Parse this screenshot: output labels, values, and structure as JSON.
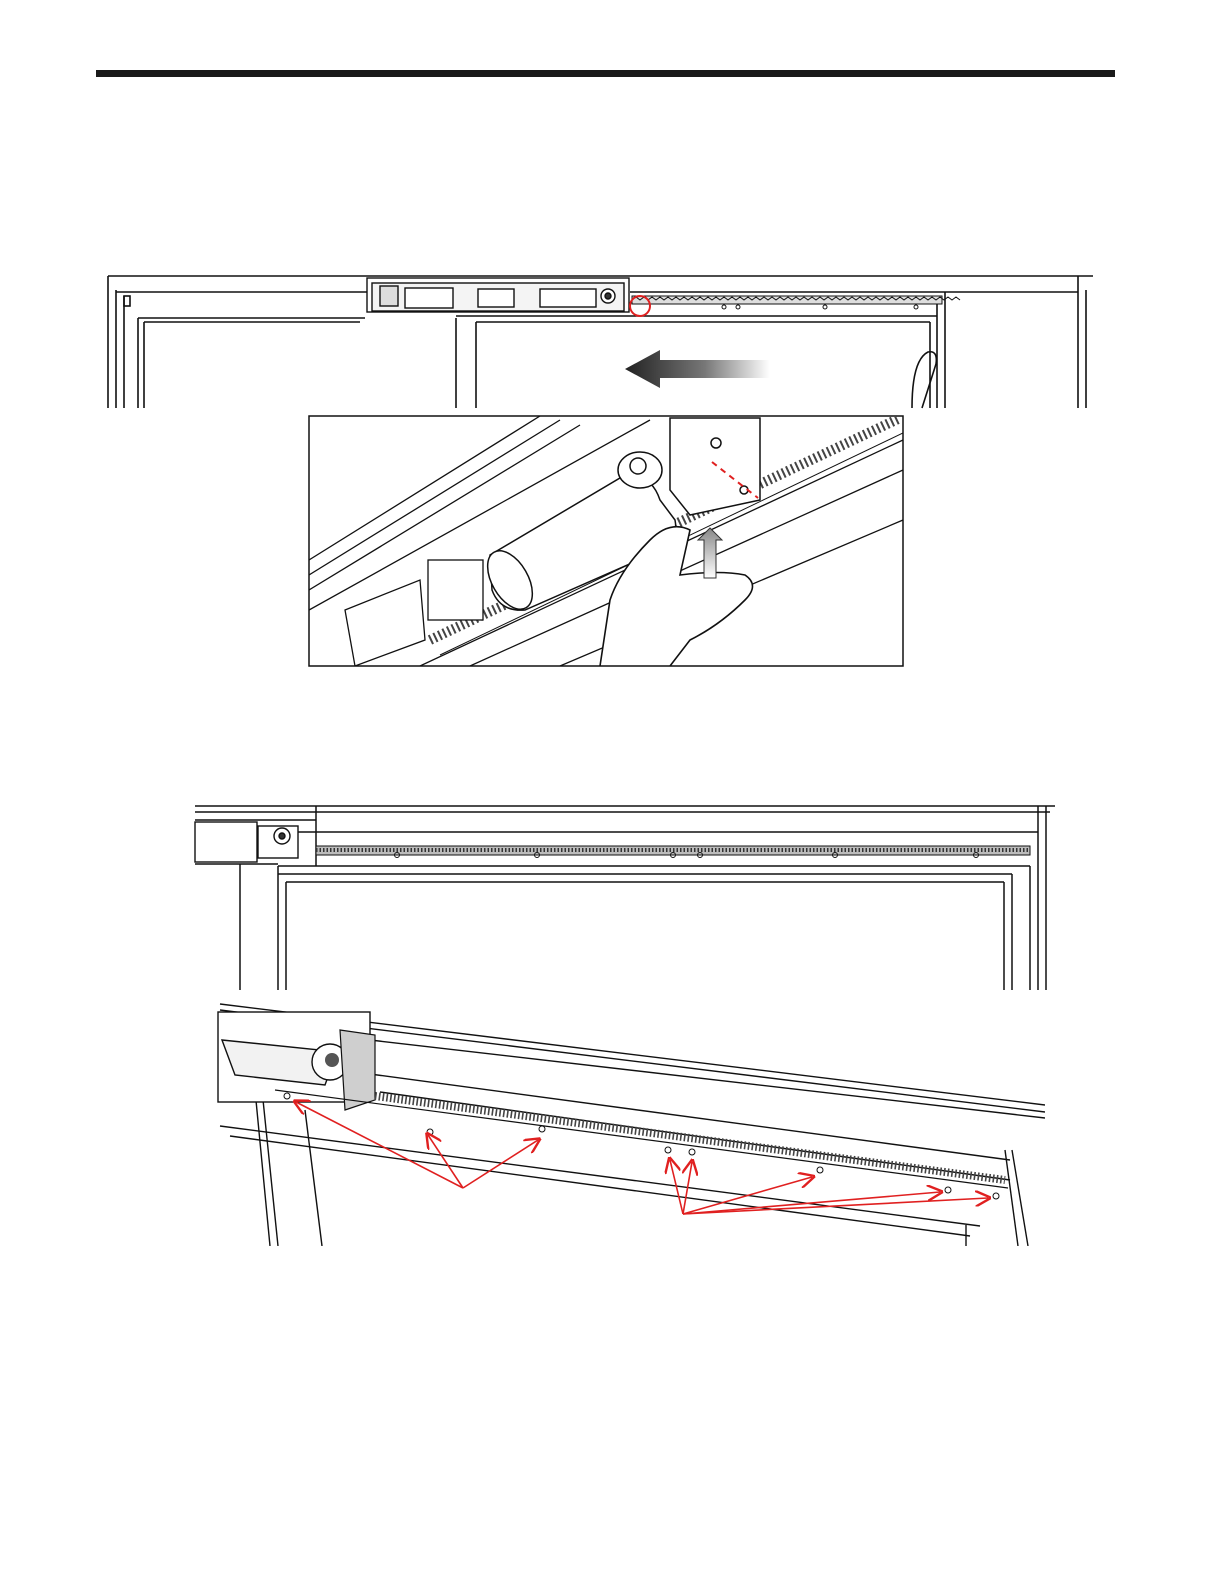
{
  "page": {
    "header_rule_color": "#1a1a1a",
    "annotation_color": "#e02020",
    "line_color": "#111111"
  },
  "figures": [
    {
      "id": "door-overview-top",
      "description_icon": "sliding-door-operator-icon"
    },
    {
      "id": "motor-rack-detail",
      "description_icon": "hand-lifting-motor-icon"
    },
    {
      "id": "door-overview-bottom",
      "description_icon": "belt-rail-icon"
    },
    {
      "id": "rack-screws-detail",
      "description_icon": "screw-arrows-icon"
    }
  ]
}
